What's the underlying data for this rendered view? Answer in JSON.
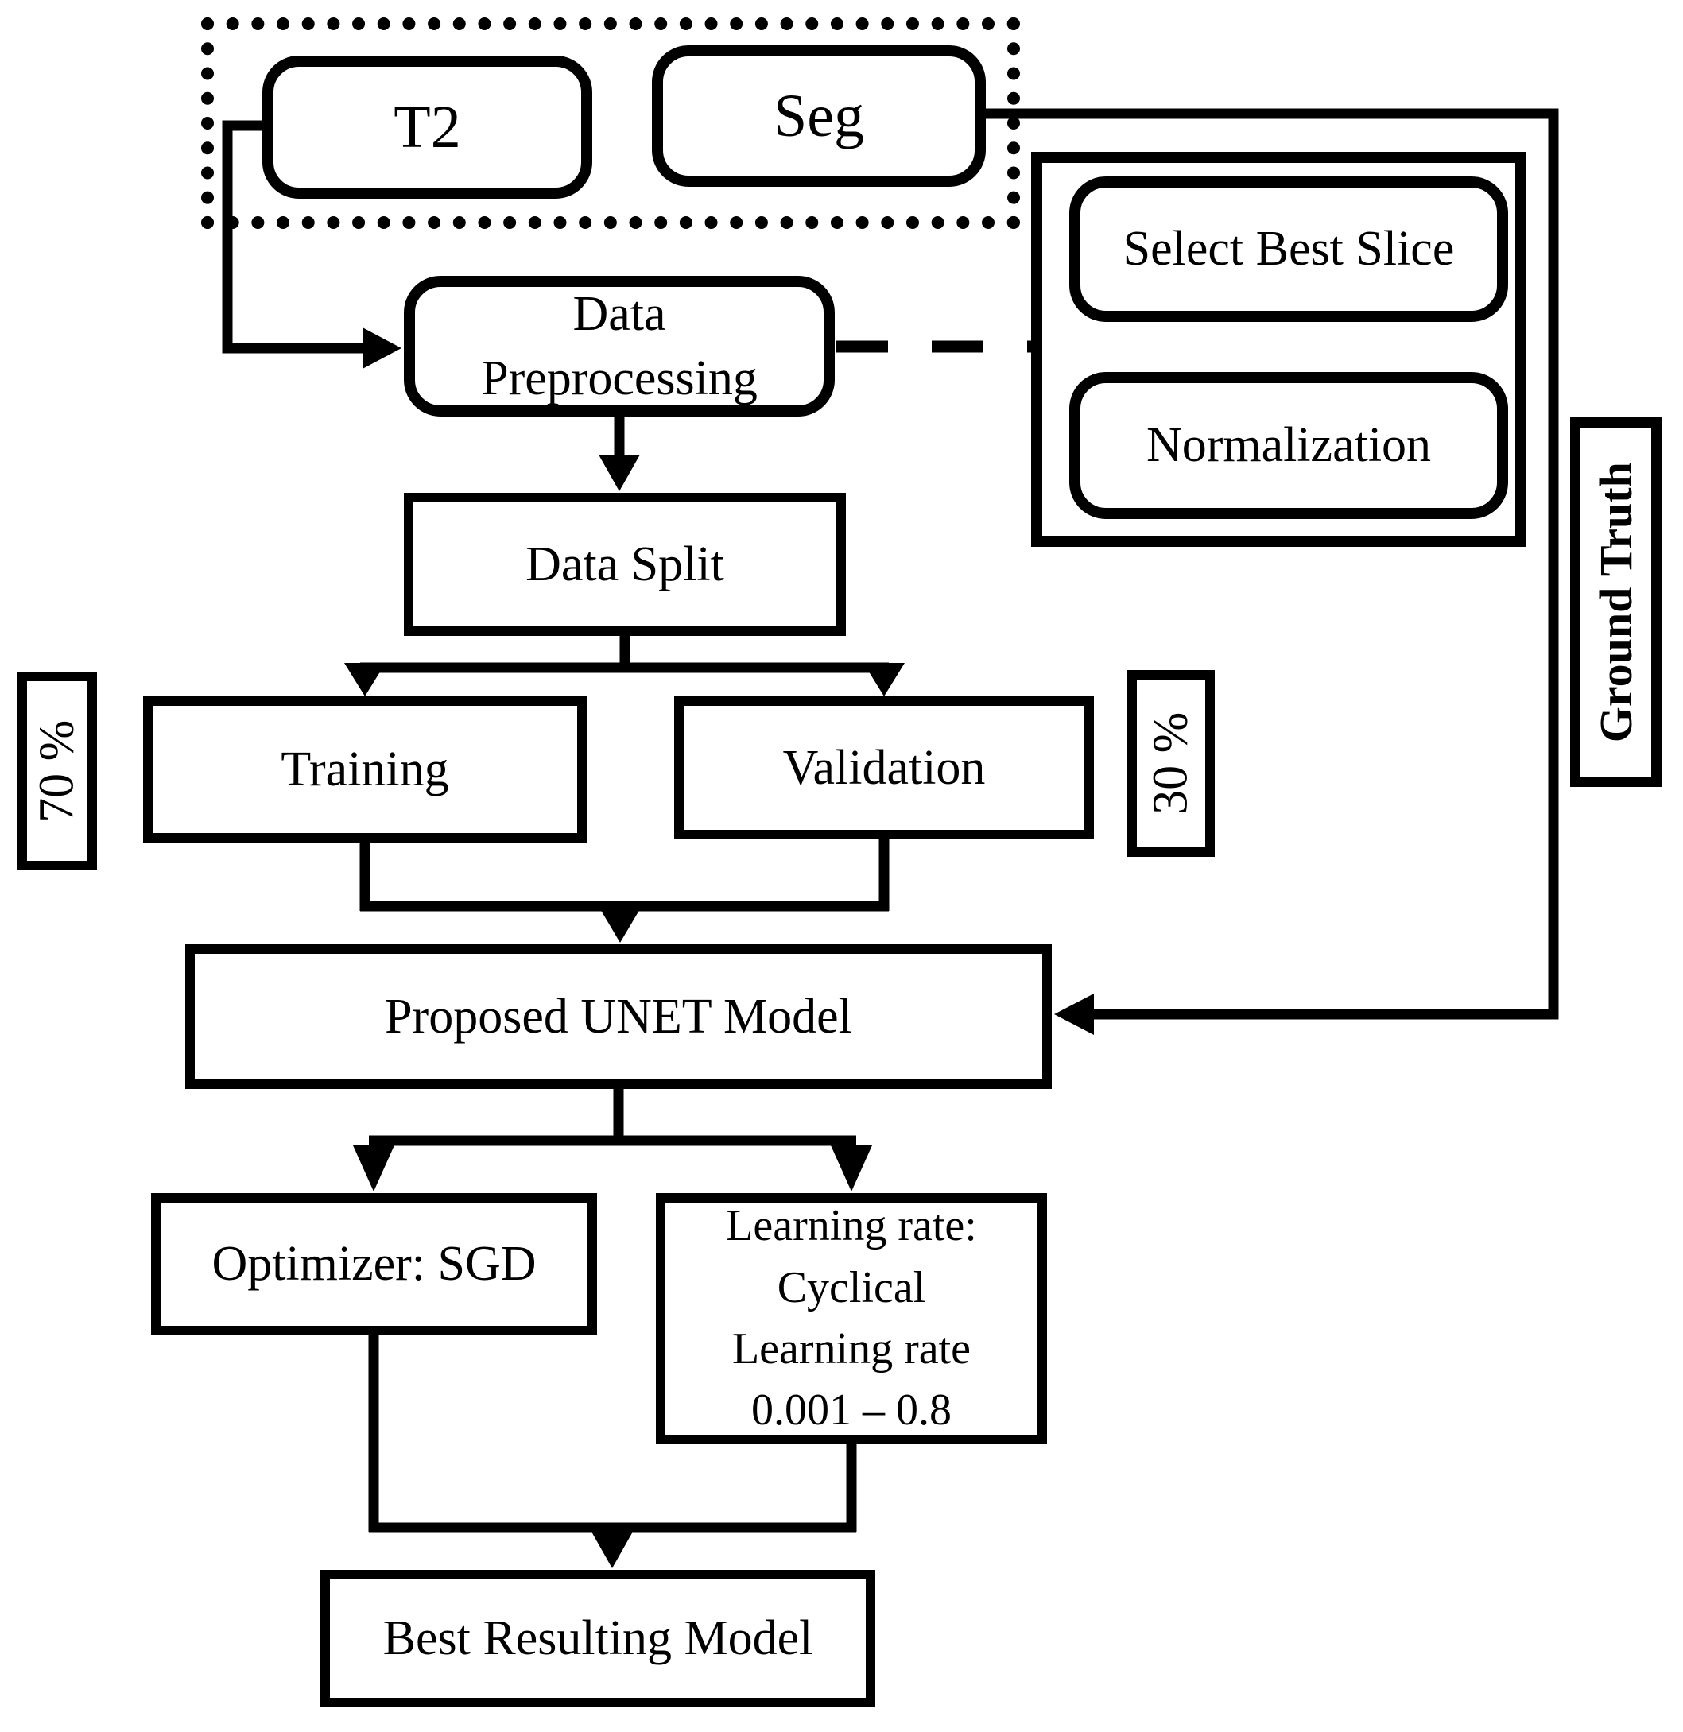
{
  "nodes": {
    "t2": {
      "label": "T2"
    },
    "seg": {
      "label": "Seg"
    },
    "data_preprocessing": {
      "label": "Data\nPreprocessing"
    },
    "select_best_slice": {
      "label": "Select Best Slice"
    },
    "normalization": {
      "label": "Normalization"
    },
    "data_split": {
      "label": "Data Split"
    },
    "training": {
      "label": "Training"
    },
    "validation": {
      "label": "Validation"
    },
    "training_percentage": {
      "label": "70 %"
    },
    "validation_percentage": {
      "label": "30 %"
    },
    "ground_truth": {
      "label": "Ground Truth"
    },
    "unet": {
      "label": "Proposed UNET Model"
    },
    "optimizer": {
      "label": "Optimizer: SGD"
    },
    "learning_rate": {
      "label": "Learning rate:\nCyclical\nLearning rate\n0.001 – 0.8"
    },
    "best_model": {
      "label": "Best Resulting Model"
    }
  },
  "colors": {
    "line": "#000000",
    "background": "#ffffff"
  }
}
